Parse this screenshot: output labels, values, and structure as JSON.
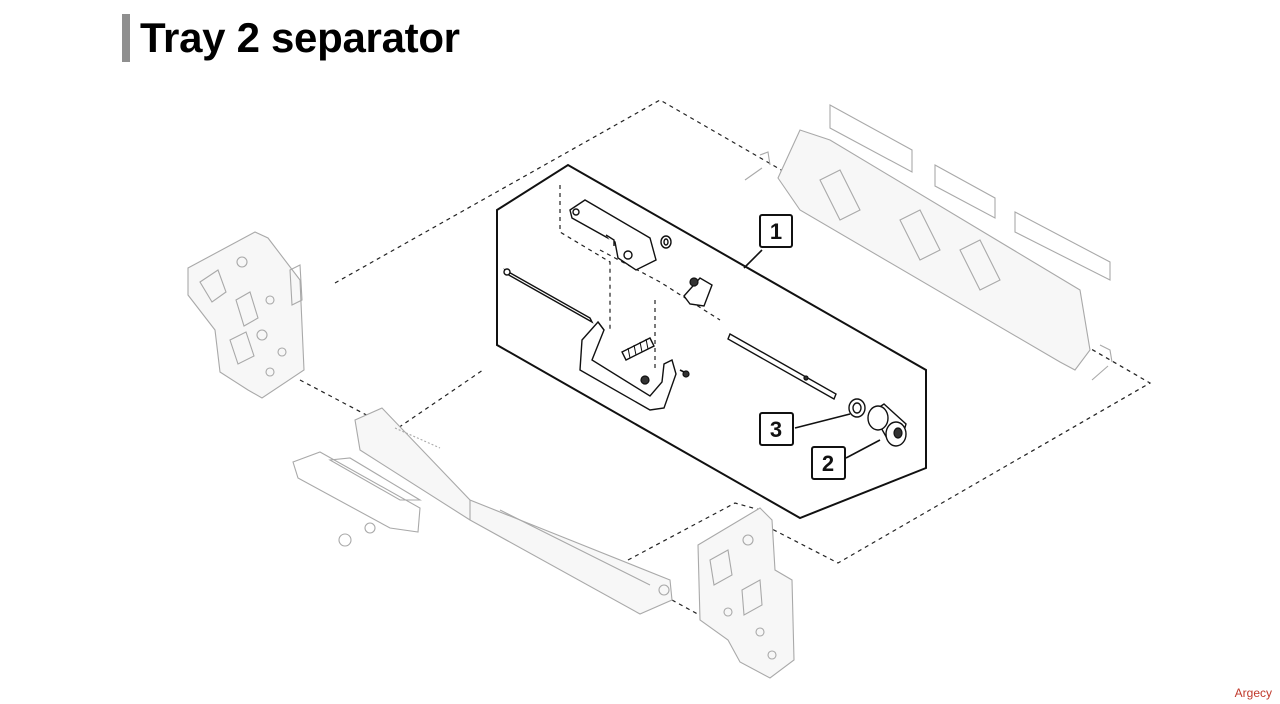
{
  "page": {
    "title": "Tray 2 separator",
    "brand": "Argecy"
  },
  "callouts": [
    {
      "id": "1",
      "label": "1"
    },
    {
      "id": "2",
      "label": "2"
    },
    {
      "id": "3",
      "label": "3"
    }
  ],
  "colors": {
    "title_bar": "#8f8f8f",
    "brand": "#c0392b"
  }
}
